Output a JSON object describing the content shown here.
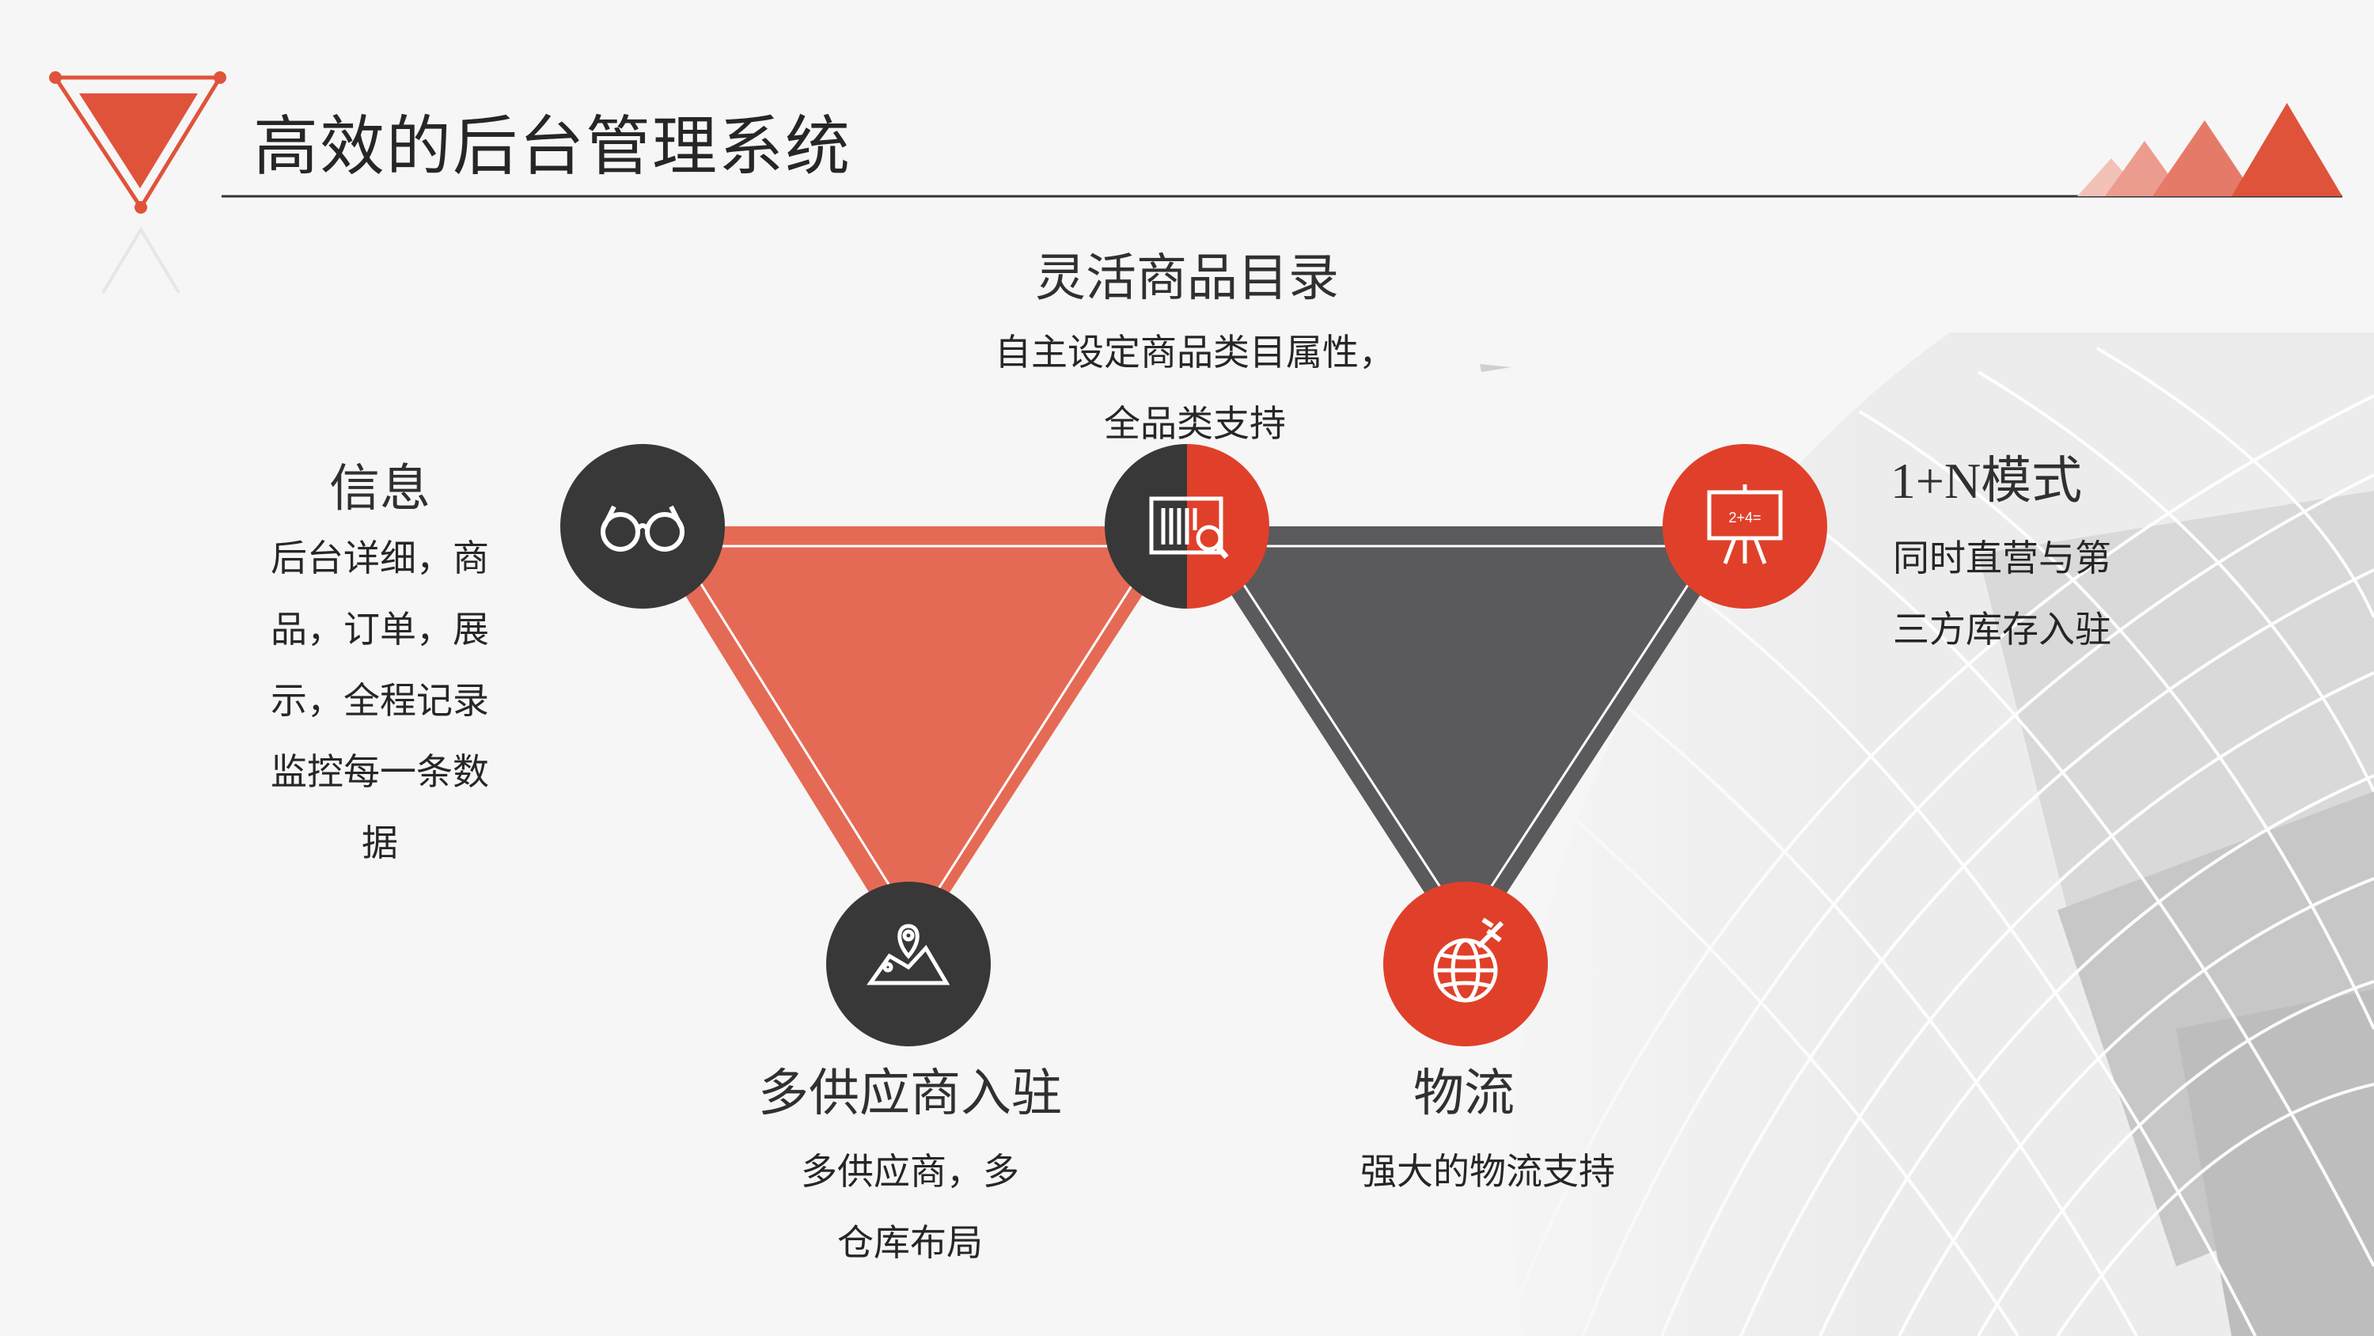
{
  "page": {
    "title": "高效的后台管理系统"
  },
  "features": [
    {
      "key": "info",
      "title": "信息",
      "lines": [
        "后台详细，商",
        "品，订单，展",
        "示，全程记录",
        "监控每一条数",
        "据"
      ],
      "icon": "glasses-icon"
    },
    {
      "key": "catalog",
      "title": "灵活商品目录",
      "lines": [
        "自主设定商品类目属性，",
        "全品类支持"
      ],
      "icon": "barcode-search-icon"
    },
    {
      "key": "mode",
      "title": "1+N模式",
      "lines": [
        "同时直营与第",
        "三方库存入驻"
      ],
      "icon": "presentation-board-icon",
      "board_text": "2+4="
    },
    {
      "key": "suppliers",
      "title": "多供应商入驻",
      "lines": [
        "多供应商，多",
        "仓库布局"
      ],
      "icon": "map-pin-icon"
    },
    {
      "key": "logistics",
      "title": "物流",
      "lines": [
        "强大的物流支持"
      ],
      "icon": "globe-plane-icon"
    }
  ],
  "colors": {
    "accent": "#e0533b",
    "accent_light": "#e56a55",
    "dark": "#383838",
    "grey": "#5a5a5c",
    "line": "#333333",
    "bg": "#f6f6f6"
  }
}
